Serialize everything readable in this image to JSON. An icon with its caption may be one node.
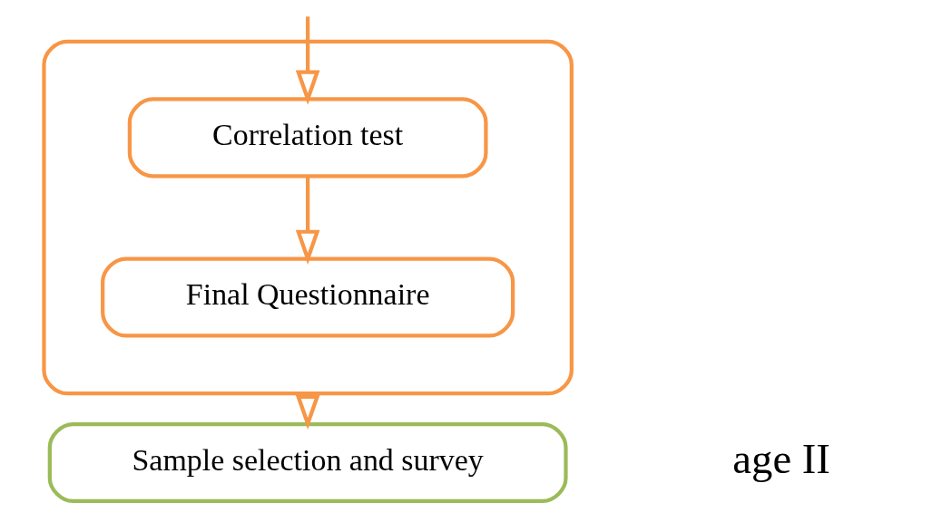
{
  "diagram": {
    "nodes": [
      {
        "text": [],
        "shape": "box"
      },
      {
        "text": [
          "Correlation test"
        ],
        "in": 0
      },
      {
        "text": [
          "Final Questionnaire"
        ],
        "in": 0
      },
      {
        "text": [
          "Sample selection and survey"
        ]
      }
    ],
    "edges": [
      {
        "from": null,
        "to": 1,
        "arrow": "to",
        "color": "#f79646"
      },
      {
        "from": 1,
        "to": 2,
        "arrow": "to",
        "color": "#f79646"
      },
      {
        "from": 0,
        "to": 3,
        "arrow": "to",
        "color": "#f79646"
      }
    ],
    "labels": [
      "age II"
    ]
  }
}
